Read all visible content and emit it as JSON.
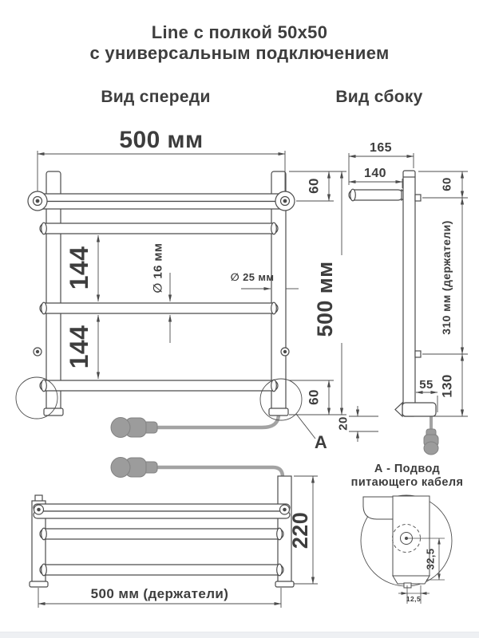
{
  "page": {
    "title_line1": "Line с полкой 50x50",
    "title_line2": "с универсальным подключением"
  },
  "views": {
    "front": {
      "label": "Вид спереди",
      "dim_width": "500 мм",
      "dim_top_offset": "60",
      "dim_gap1": "144",
      "dim_gap2": "144",
      "dim_tube_diameter": "∅ 16 мм",
      "dim_post_diameter": "∅ 25 мм",
      "dim_height": "500 мм",
      "dim_bottom_offset": "60",
      "detail_marker": "А"
    },
    "side": {
      "label": "Вид сбоку",
      "dim_depth_total": "165",
      "dim_shelf_depth": "140",
      "dim_top_offset": "60",
      "dim_bracket_span": "310 мм (держатели)",
      "dim_bottom_span": "130",
      "dim_elbow": "55",
      "dim_cable_drop": "20"
    },
    "bottom": {
      "dim_depth": "220",
      "dim_bracket_width": "500 мм (держатели)"
    }
  },
  "detail": {
    "title_line1": "А - Подвод",
    "title_line2": "питающего кабеля",
    "dim_vertical": "32,5",
    "dim_horizontal": "12,5"
  },
  "colors": {
    "line": "#4c4c4c",
    "text": "#3d3d3d",
    "cable": "#9c9c9c"
  }
}
